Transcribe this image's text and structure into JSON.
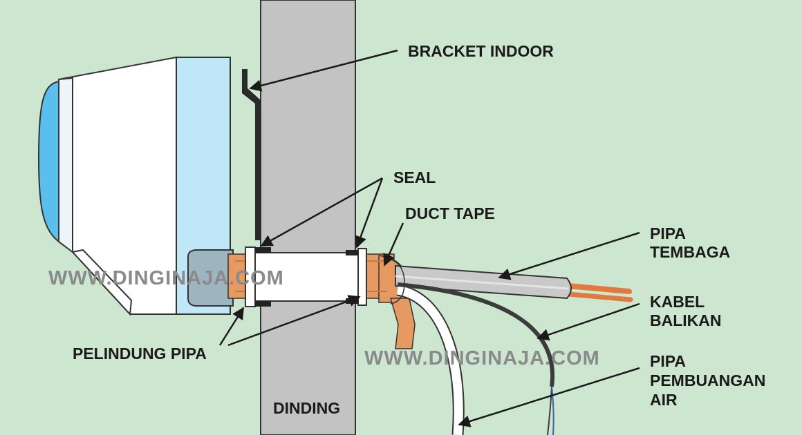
{
  "labels": {
    "bracket_indoor": "BRACKET INDOOR",
    "seal": "SEAL",
    "duct_tape": "DUCT TAPE",
    "pipa_tembaga_1": "PIPA",
    "pipa_tembaga_2": "TEMBAGA",
    "kabel_balikan_1": "KABEL",
    "kabel_balikan_2": "BALIKAN",
    "pipa_pembuangan_1": "PIPA",
    "pipa_pembuangan_2": "PEMBUANGAN",
    "pipa_pembuangan_3": "AIR",
    "pelindung_pipa": "PELINDUNG PIPA",
    "dinding": "DINDING"
  },
  "watermarks": {
    "left": "WWW.DINGINAJA.COM",
    "right": "WWW.DINGINAJA.COM"
  },
  "colors": {
    "background": "#cde6cf",
    "wall": "#c3c3c3",
    "unit_front_blue": "#5bbfee",
    "unit_side_blue": "#bfe7f8",
    "copper": "#e69a62",
    "pipe_gray": "#c9c9c9",
    "drain_white": "#ffffff",
    "cable_dark": "#3b3b3b"
  }
}
